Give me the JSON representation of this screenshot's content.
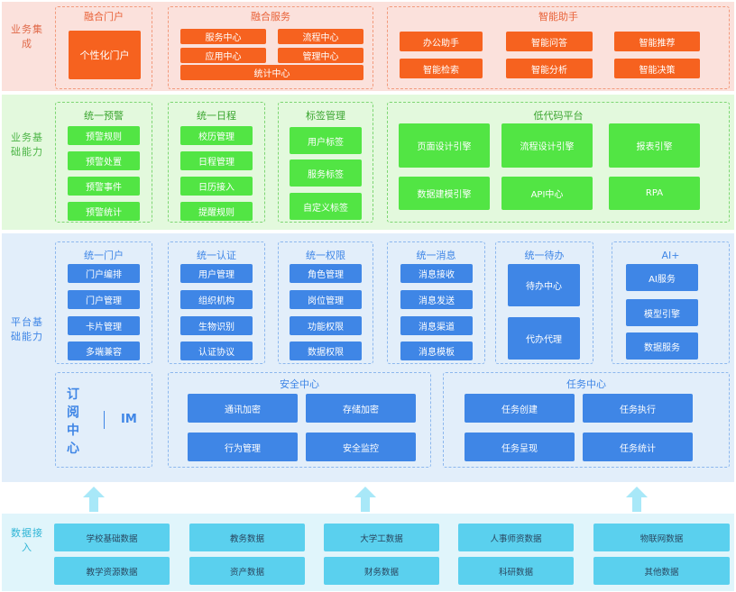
{
  "layers": {
    "business": {
      "label": "业务集成",
      "bg": "#fbe1dc",
      "groups": {
        "portal": {
          "title": "融合门户",
          "items": [
            "个性化门户"
          ]
        },
        "service": {
          "title": "融合服务",
          "items": [
            "服务中心",
            "流程中心",
            "应用中心",
            "管理中心",
            "统计中心"
          ]
        },
        "assistant": {
          "title": "智能助手",
          "items": [
            "办公助手",
            "智能问答",
            "智能推荐",
            "智能检索",
            "智能分析",
            "智能决策"
          ]
        }
      }
    },
    "business_base": {
      "label": "业务基础能力",
      "bg": "#e3f9dd",
      "groups": {
        "alert": {
          "title": "统一预警",
          "items": [
            "预警规则",
            "预警处置",
            "预警事件",
            "预警统计"
          ]
        },
        "schedule": {
          "title": "统一日程",
          "items": [
            "校历管理",
            "日程管理",
            "日历接入",
            "提醒规则"
          ]
        },
        "tag": {
          "title": "标签管理",
          "items": [
            "用户标签",
            "服务标签",
            "自定义标签"
          ]
        },
        "lowcode": {
          "title": "低代码平台",
          "items": [
            "页面设计引擎",
            "流程设计引擎",
            "报表引擎",
            "数据建模引擎",
            "API中心",
            "RPA"
          ]
        }
      }
    },
    "platform": {
      "label": "平台基础能力",
      "bg": "#e2eefa",
      "groups": {
        "portal": {
          "title": "统一门户",
          "items": [
            "门户编排",
            "门户管理",
            "卡片管理",
            "多端兼容"
          ]
        },
        "auth": {
          "title": "统一认证",
          "items": [
            "用户管理",
            "组织机构",
            "生物识别",
            "认证协议"
          ]
        },
        "perm": {
          "title": "统一权限",
          "items": [
            "角色管理",
            "岗位管理",
            "功能权限",
            "数据权限"
          ]
        },
        "msg": {
          "title": "统一消息",
          "items": [
            "消息接收",
            "消息发送",
            "消息渠道",
            "消息模板"
          ]
        },
        "todo": {
          "title": "统一待办",
          "items": [
            "待办中心",
            "代办代理"
          ]
        },
        "ai": {
          "title": "AI+",
          "items": [
            "AI服务",
            "模型引擎",
            "数据服务"
          ]
        },
        "subscribe": {
          "title": "订阅中心",
          "im": "IM"
        },
        "security": {
          "title": "安全中心",
          "items": [
            "通讯加密",
            "存储加密",
            "行为管理",
            "安全监控"
          ]
        },
        "task": {
          "title": "任务中心",
          "items": [
            "任务创建",
            "任务执行",
            "任务呈现",
            "任务统计"
          ]
        }
      }
    },
    "data": {
      "label": "数据接入",
      "bg": "#e0f5fb",
      "items": [
        "学校基础数据",
        "教务数据",
        "大学工数据",
        "人事师资数据",
        "物联网数据",
        "教学资源数据",
        "资产数据",
        "财务数据",
        "科研数据",
        "其他数据"
      ]
    }
  },
  "icons": {
    "up_arrow": "up-arrow-icon"
  },
  "colors": {
    "orange": "#f6621f",
    "green": "#52e544",
    "blue": "#3f86e6",
    "cyan": "#5ad0ee",
    "arrow": "#a8e8f8"
  }
}
